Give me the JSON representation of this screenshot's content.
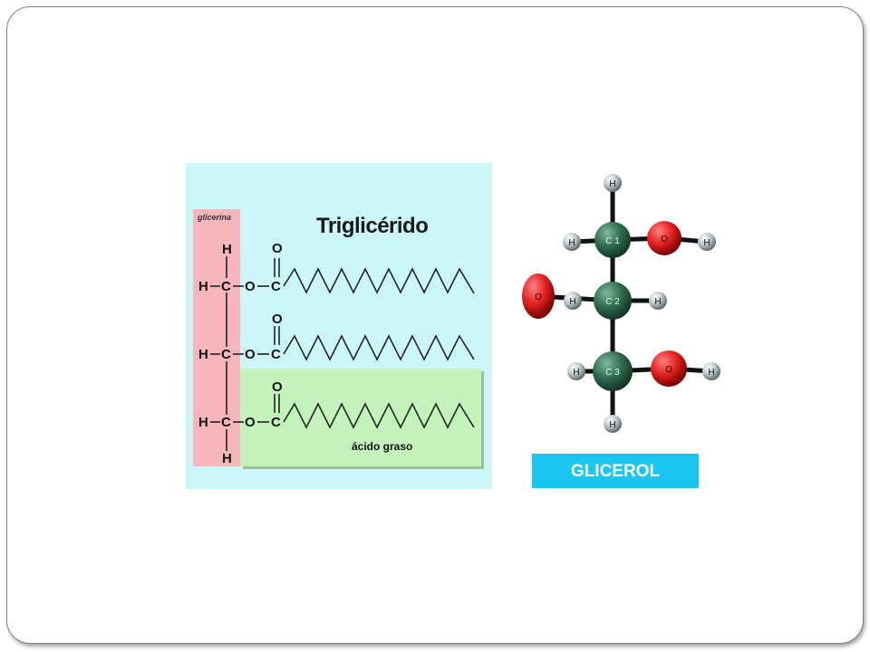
{
  "slide": {
    "triglyceride": {
      "title": "Triglicérido",
      "glycerin_label": "glicerina",
      "fatty_acid_label": "ácido graso",
      "atoms": {
        "H": "H",
        "C": "C",
        "O": "O"
      }
    },
    "glycerol": {
      "label": "GLICEROL",
      "carbons": [
        "C 1",
        "C 2",
        "C 3"
      ],
      "oxygen": "O",
      "hydrogen": "H"
    },
    "colors": {
      "panel_bg": "#ccf7f9",
      "glycerin_band": "#f6b6bc",
      "fatty_band": "#c3f2bb",
      "carbon": "#2e6b4f",
      "oxygen": "#e02020",
      "hydrogen": "#9aa8ad",
      "label_bar": "#18c6ee"
    }
  }
}
